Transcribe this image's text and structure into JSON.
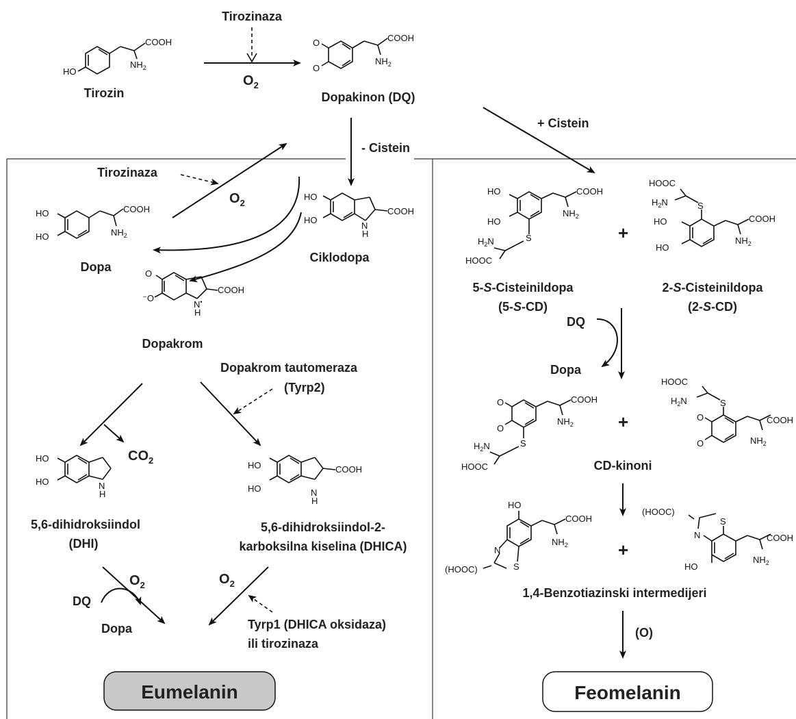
{
  "diagram": {
    "enzymes": {
      "tyrosinase_top": "Tirozinaza",
      "tyrosinase_left": "Tirozinaza",
      "tautomerase": "Dopakrom tautomeraza",
      "tautomerase_sub": "(Tyrp2)",
      "tyrp1_line1": "Tyrp1 (DHICA oksidaza)",
      "tyrp1_line2": "ili tirozinaza"
    },
    "oxygen": "O",
    "oxygen_sub": "2",
    "compounds": {
      "tyrosine": "Tirozin",
      "dopaquinone": "Dopakinon (DQ)",
      "dopa": "Dopa",
      "cyclodopa": "Ciklodopa",
      "dopachrome": "Dopakrom",
      "dhi_line1": "5,6-dihidroksiindol",
      "dhi_line2": "(DHI)",
      "dhica_line1": "5,6-dihidroksiindol-2-",
      "dhica_line2": "karboksilna kiselina (DHICA)",
      "cd5_pre": "5-",
      "cd5_s": "S",
      "cd5_post": "-Cisteinildopa",
      "cd5_abbr_pre": "(5-",
      "cd5_abbr_s": "S",
      "cd5_abbr_post": "-CD)",
      "cd2_pre": "2-",
      "cd2_s": "S",
      "cd2_post": "-Cisteinildopa",
      "cd2_abbr_pre": "(2-",
      "cd2_abbr_s": "S",
      "cd2_abbr_post": "-CD)",
      "cd_quinones": "CD-kinoni",
      "benzothiazine": "1,4-Benzotiazinski intermedijeri"
    },
    "reagents": {
      "minus_cysteine": "- Cistein",
      "plus_cysteine": "+ Cistein",
      "dq_right": "DQ",
      "dopa_right": "Dopa",
      "dq_left": "DQ",
      "dopa_left": "Dopa",
      "co2": "CO",
      "co2_sub": "2",
      "oxidation": "(O)",
      "plus": "+"
    },
    "products": {
      "eumelanin": "Eumelanin",
      "pheomelanin": "Feomelanin"
    },
    "chem_labels": {
      "cooh": "COOH",
      "hooc": "HOOC",
      "nh2": "NH",
      "h2n": "H",
      "ho": "HO",
      "o": "O",
      "s": "S",
      "nh": "N",
      "h": "H",
      "hooc_paren": "(HOOC)",
      "n": "N"
    }
  }
}
